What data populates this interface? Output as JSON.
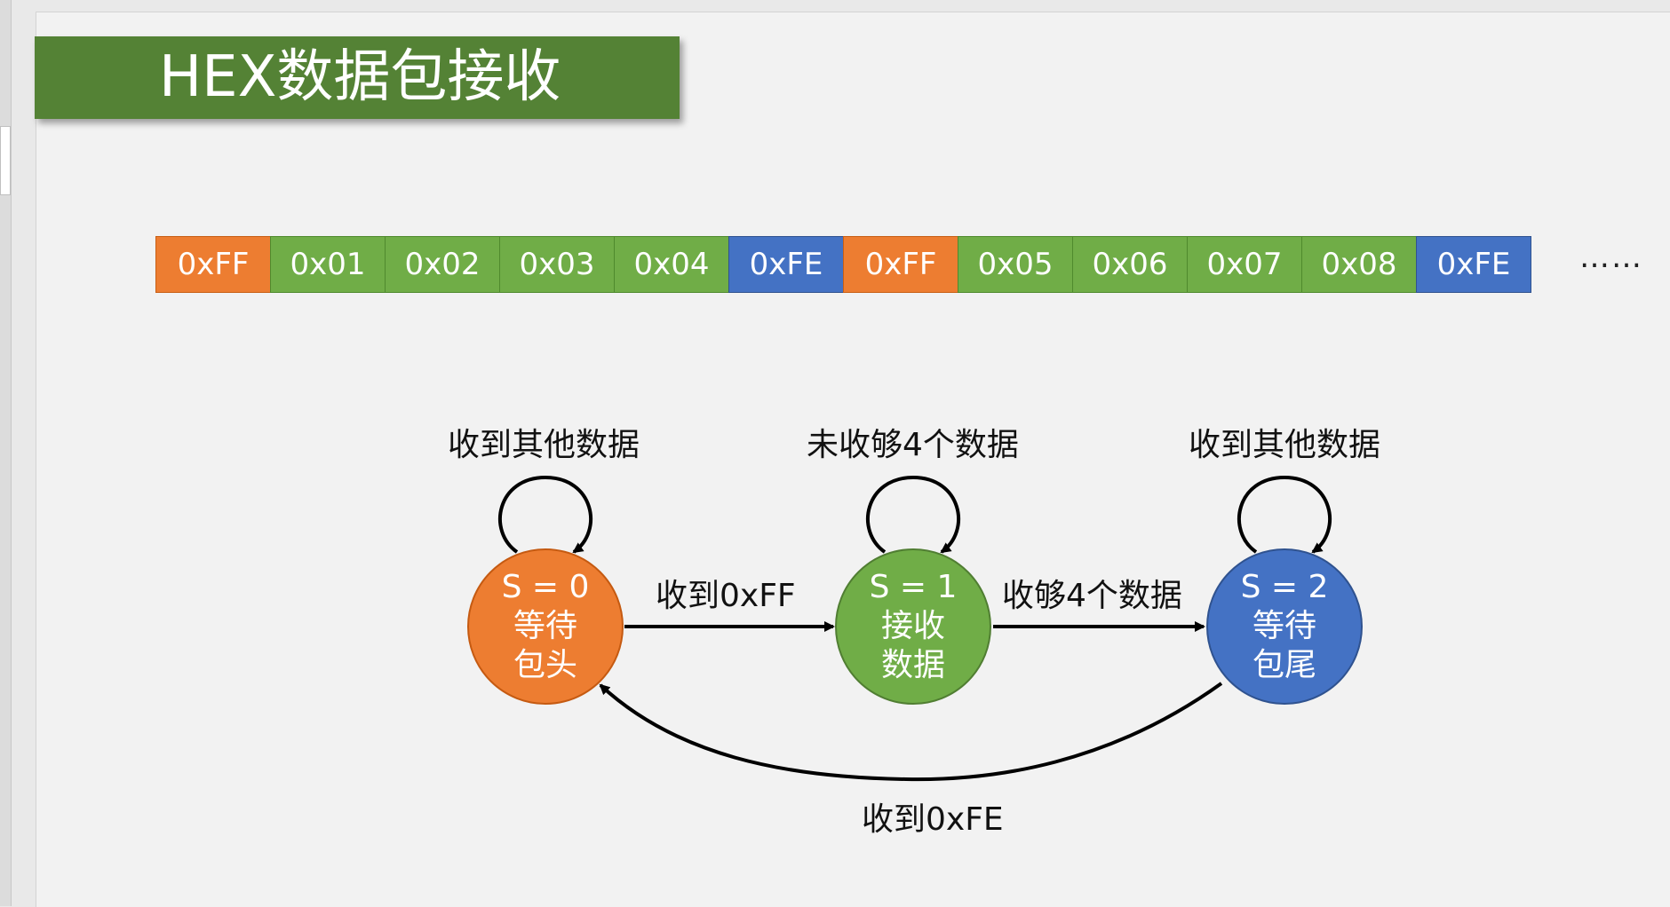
{
  "title": "HEX数据包接收",
  "packet": [
    {
      "text": "0xFF",
      "kind": "head"
    },
    {
      "text": "0x01",
      "kind": "data"
    },
    {
      "text": "0x02",
      "kind": "data"
    },
    {
      "text": "0x03",
      "kind": "data"
    },
    {
      "text": "0x04",
      "kind": "data"
    },
    {
      "text": "0xFE",
      "kind": "tail"
    },
    {
      "text": "0xFF",
      "kind": "head"
    },
    {
      "text": "0x05",
      "kind": "data"
    },
    {
      "text": "0x06",
      "kind": "data"
    },
    {
      "text": "0x07",
      "kind": "data"
    },
    {
      "text": "0x08",
      "kind": "data"
    },
    {
      "text": "0xFE",
      "kind": "tail"
    }
  ],
  "ellipsis": "……",
  "colors": {
    "head": "#ed7d31",
    "data": "#70ad47",
    "tail": "#4472c4",
    "title_bg": "#548235"
  },
  "states": [
    {
      "line1": "S = 0",
      "line2": "等待",
      "line3": "包头"
    },
    {
      "line1": "S = 1",
      "line2": "接收",
      "line3": "数据"
    },
    {
      "line1": "S = 2",
      "line2": "等待",
      "line3": "包尾"
    }
  ],
  "transitions": {
    "loop0": "收到其他数据",
    "loop1": "未收够4个数据",
    "loop2": "收到其他数据",
    "s0_to_s1": "收到0xFF",
    "s1_to_s2": "收够4个数据",
    "s2_to_s0": "收到0xFE"
  }
}
